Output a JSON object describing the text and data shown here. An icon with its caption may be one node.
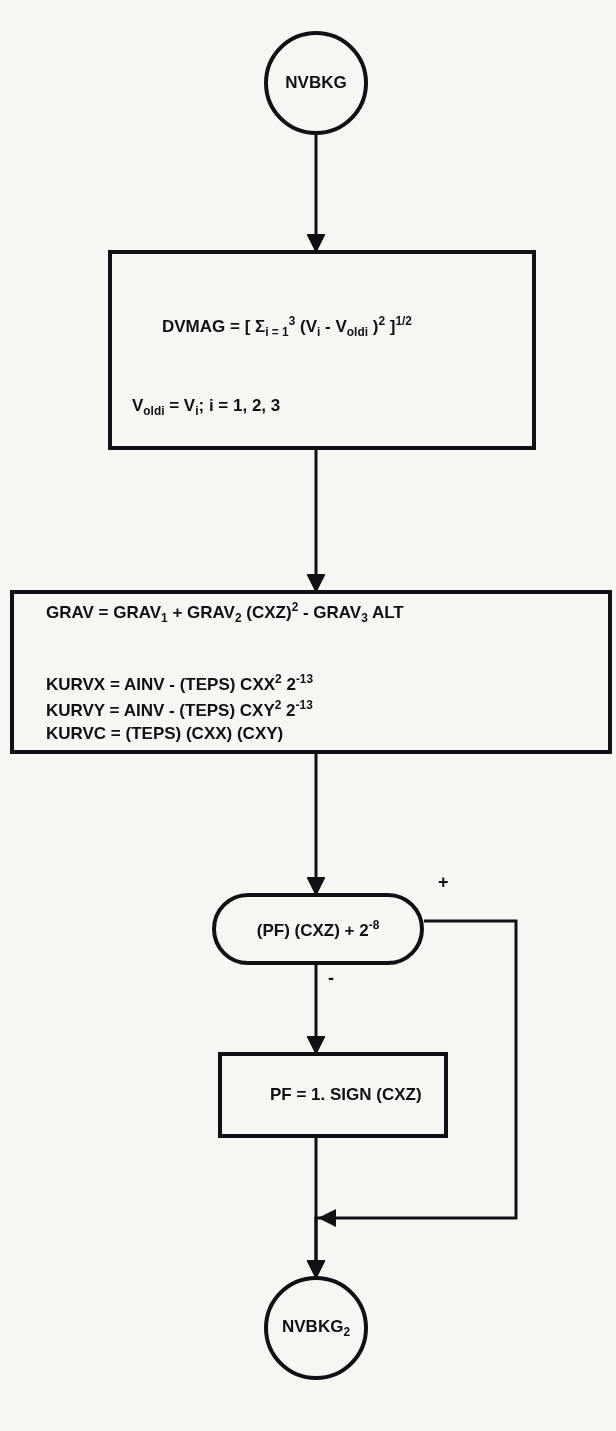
{
  "diagram": {
    "nodes": [
      {
        "text": [
          "NVBKG"
        ]
      },
      {
        "text": [
          "DVMAG = [ Σ$_{i = 1}$$^{3}$ (V$_{i}$ - V$_{oldi}$ )$^{2}$ ]$^{1/2}$",
          "V$_{oldi}$ = V$_{i}$; i = 1, 2, 3"
        ]
      },
      {
        "text": [
          "GRAV = GRAV$_{1}$ + GRAV$_{2}$ (CXZ)$^{2}$ - GRAV$_{3}$ ALT",
          "KURVX = AINV - (TEPS) CXX$^{2}$ 2$^{-13}$",
          "KURVY = AINV - (TEPS) CXY$^{2}$ 2$^{-13}$",
          "KURVC = (TEPS) (CXX) (CXY)"
        ]
      },
      {
        "text": [
          "(PF) (CXZ) + 2$^{-8}$"
        ]
      },
      {
        "text": [
          "PF = 1. SIGN (CXZ)"
        ]
      },
      {
        "text": [
          "NVBKG$_{2}$"
        ]
      }
    ],
    "edges": [
      {
        "from": 0,
        "to": 1,
        "arrow": "to"
      },
      {
        "from": 1,
        "to": 2,
        "arrow": "to"
      },
      {
        "from": 2,
        "to": 3,
        "arrow": "to"
      },
      {
        "from": 3,
        "to": 4,
        "arrow": "to",
        "label": "-"
      },
      {
        "from": 3,
        "to": 5,
        "arrow": "to",
        "label": "+"
      },
      {
        "from": 4,
        "to": 5,
        "arrow": "to"
      }
    ]
  }
}
